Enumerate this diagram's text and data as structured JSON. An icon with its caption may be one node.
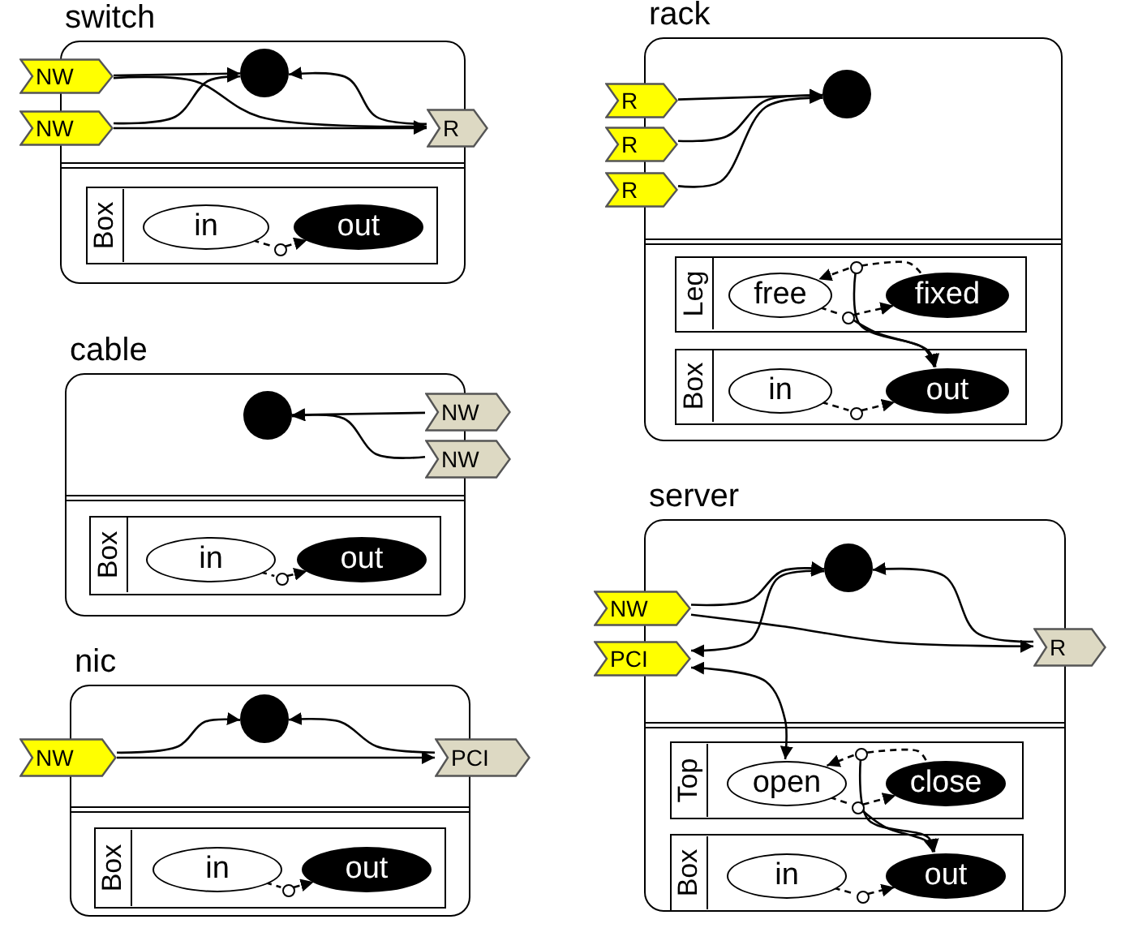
{
  "diagram": {
    "nodes": [
      {
        "text": [
          "switch"
        ]
      },
      {
        "text": [
          "NW"
        ]
      },
      {
        "text": [
          "NW"
        ]
      },
      {
        "text": [],
        "shape": "circle",
        "in": 0
      },
      {
        "text": [
          "R"
        ]
      },
      {
        "text": [
          "Box"
        ],
        "in": 0
      },
      {
        "text": [
          "in"
        ],
        "in": 5
      },
      {
        "text": [],
        "shape": "circle",
        "in": 5
      },
      {
        "text": [
          "out"
        ],
        "in": 5
      },
      {
        "text": [
          "rack"
        ]
      },
      {
        "text": [
          "R"
        ]
      },
      {
        "text": [
          "R"
        ]
      },
      {
        "text": [
          "R"
        ]
      },
      {
        "text": [],
        "shape": "circle",
        "in": 9
      },
      {
        "text": [
          "Leg"
        ],
        "in": 9
      },
      {
        "text": [
          "free"
        ],
        "in": 14
      },
      {
        "text": [],
        "shape": "circle",
        "in": 14
      },
      {
        "text": [],
        "shape": "circle",
        "in": 14
      },
      {
        "text": [
          "fixed"
        ],
        "in": 14
      },
      {
        "text": [
          "Box"
        ],
        "in": 9
      },
      {
        "text": [
          "in"
        ],
        "in": 19
      },
      {
        "text": [],
        "shape": "circle",
        "in": 19
      },
      {
        "text": [
          "out"
        ],
        "in": 19
      },
      {
        "text": [
          "cable"
        ]
      },
      {
        "text": [],
        "shape": "circle",
        "in": 23
      },
      {
        "text": [
          "NW"
        ]
      },
      {
        "text": [
          "NW"
        ]
      },
      {
        "text": [
          "Box"
        ],
        "in": 23
      },
      {
        "text": [
          "in"
        ],
        "in": 27
      },
      {
        "text": [],
        "shape": "circle",
        "in": 27
      },
      {
        "text": [
          "out"
        ],
        "in": 27
      },
      {
        "text": [
          "server"
        ]
      },
      {
        "text": [
          "NW"
        ]
      },
      {
        "text": [
          "PCI"
        ]
      },
      {
        "text": [],
        "shape": "circle",
        "in": 31
      },
      {
        "text": [
          "R"
        ]
      },
      {
        "text": [
          "Top"
        ],
        "in": 31
      },
      {
        "text": [
          "open"
        ],
        "in": 36
      },
      {
        "text": [],
        "shape": "circle",
        "in": 36
      },
      {
        "text": [],
        "shape": "circle",
        "in": 36
      },
      {
        "text": [
          "close"
        ],
        "in": 36
      },
      {
        "text": [
          "Box"
        ],
        "in": 31
      },
      {
        "text": [
          "in"
        ],
        "in": 41
      },
      {
        "text": [],
        "shape": "circle",
        "in": 41
      },
      {
        "text": [
          "out"
        ],
        "in": 41
      },
      {
        "text": [
          "nic"
        ]
      },
      {
        "text": [
          "NW"
        ]
      },
      {
        "text": [],
        "shape": "circle",
        "in": 45
      },
      {
        "text": [
          "PCI"
        ]
      },
      {
        "text": [
          "Box"
        ],
        "in": 45
      },
      {
        "text": [
          "in"
        ],
        "in": 49
      },
      {
        "text": [],
        "shape": "circle",
        "in": 49
      },
      {
        "text": [
          "out"
        ],
        "in": 49
      }
    ],
    "edges": [
      {
        "from": 1,
        "to": 3,
        "arrow": "to"
      },
      {
        "from": 1,
        "to": 4,
        "arrow": "to"
      },
      {
        "from": 2,
        "to": 3,
        "arrow": "to"
      },
      {
        "from": 2,
        "to": 4,
        "arrow": "to"
      },
      {
        "from": 4,
        "to": 3,
        "arrow": "to"
      },
      {
        "from": 6,
        "to": 7,
        "arrow": "none",
        "style": "dashed"
      },
      {
        "from": 7,
        "to": 8,
        "arrow": "to",
        "style": "dashed"
      },
      {
        "from": 10,
        "to": 13,
        "arrow": "to"
      },
      {
        "from": 11,
        "to": 13,
        "arrow": "to"
      },
      {
        "from": 12,
        "to": 13,
        "arrow": "to"
      },
      {
        "from": 18,
        "to": 16,
        "arrow": "none",
        "style": "dashed"
      },
      {
        "from": 16,
        "to": 15,
        "arrow": "to",
        "style": "dashed"
      },
      {
        "from": 16,
        "to": 22,
        "arrow": "to"
      },
      {
        "from": 15,
        "to": 17,
        "arrow": "none",
        "style": "dashed"
      },
      {
        "from": 17,
        "to": 18,
        "arrow": "to",
        "style": "dashed"
      },
      {
        "from": 17,
        "to": 22,
        "arrow": "to"
      },
      {
        "from": 20,
        "to": 21,
        "arrow": "none",
        "style": "dashed"
      },
      {
        "from": 21,
        "to": 22,
        "arrow": "to",
        "style": "dashed"
      },
      {
        "from": 25,
        "to": 24,
        "arrow": "to"
      },
      {
        "from": 26,
        "to": 24,
        "arrow": "to"
      },
      {
        "from": 28,
        "to": 29,
        "arrow": "none",
        "style": "dashed"
      },
      {
        "from": 29,
        "to": 30,
        "arrow": "to",
        "style": "dashed"
      },
      {
        "from": 32,
        "to": 34,
        "arrow": "to"
      },
      {
        "from": 32,
        "to": 35,
        "arrow": "to"
      },
      {
        "from": 33,
        "to": 34,
        "arrow": "both"
      },
      {
        "from": 33,
        "to": 37,
        "arrow": "both"
      },
      {
        "from": 35,
        "to": 34,
        "arrow": "to"
      },
      {
        "from": 40,
        "to": 38,
        "arrow": "none",
        "style": "dashed"
      },
      {
        "from": 38,
        "to": 37,
        "arrow": "to",
        "style": "dashed"
      },
      {
        "from": 38,
        "to": 44,
        "arrow": "to"
      },
      {
        "from": 37,
        "to": 39,
        "arrow": "none",
        "style": "dashed"
      },
      {
        "from": 39,
        "to": 40,
        "arrow": "to",
        "style": "dashed"
      },
      {
        "from": 39,
        "to": 44,
        "arrow": "to"
      },
      {
        "from": 42,
        "to": 43,
        "arrow": "none",
        "style": "dashed"
      },
      {
        "from": 43,
        "to": 44,
        "arrow": "to",
        "style": "dashed"
      },
      {
        "from": 46,
        "to": 47,
        "arrow": "to"
      },
      {
        "from": 46,
        "to": 48,
        "arrow": "to"
      },
      {
        "from": 48,
        "to": 47,
        "arrow": "to"
      },
      {
        "from": 50,
        "to": 51,
        "arrow": "none",
        "style": "dashed"
      },
      {
        "from": 51,
        "to": 52,
        "arrow": "to",
        "style": "dashed"
      }
    ]
  }
}
